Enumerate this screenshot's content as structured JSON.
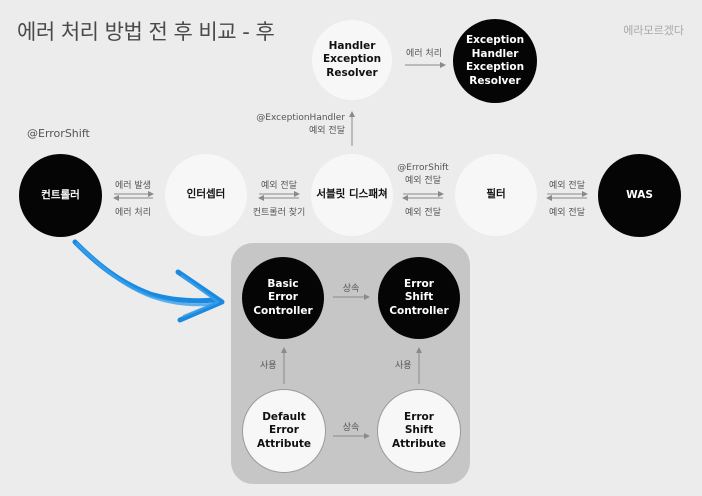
{
  "title": "에러 처리 방법 전 후 비교 - 후",
  "author": "에라모르겠다",
  "annotation": "@ErrorShift",
  "nodes": {
    "controller": "컨트롤러",
    "interceptor": "인터셉터",
    "servlet": "서블릿 디스패쳐",
    "filter": "필터",
    "was": "WAS",
    "handler_resolver": "Handler\nException\nResolver",
    "exception_resolver": "Exception\nHandler\nException\nResolver",
    "basic_error_controller": "Basic\nError\nController",
    "error_shift_controller": "Error\nShift\nController",
    "default_error_attribute": "Default\nError\nAttribute",
    "error_shift_attribute": "Error\nShift\nAttribute"
  },
  "labels": {
    "ctrl_int_top": "에러 발생",
    "ctrl_int_bottom": "에러 처리",
    "int_srv_top": "예외 전달",
    "int_srv_bottom": "컨트롤러 찾기",
    "srv_flt_top_1": "@ErrorShift",
    "srv_flt_top_2": "예외 전달",
    "srv_flt_bottom": "예외 전달",
    "flt_was_top": "예외 전달",
    "flt_was_bottom": "예외 전달",
    "srv_handler_1": "@ExceptionHandler",
    "srv_handler_2": "예외 전달",
    "handler_exc": "에러 처리",
    "inherit_top": "상속",
    "inherit_bottom": "상속",
    "use_left": "사용",
    "use_right": "사용"
  },
  "colors": {
    "background": "#ececec",
    "dark_node": "#050505",
    "light_node": "#f7f7f7",
    "panel": "#c6c6c6",
    "accent_arrow": "#1a8ae0"
  }
}
